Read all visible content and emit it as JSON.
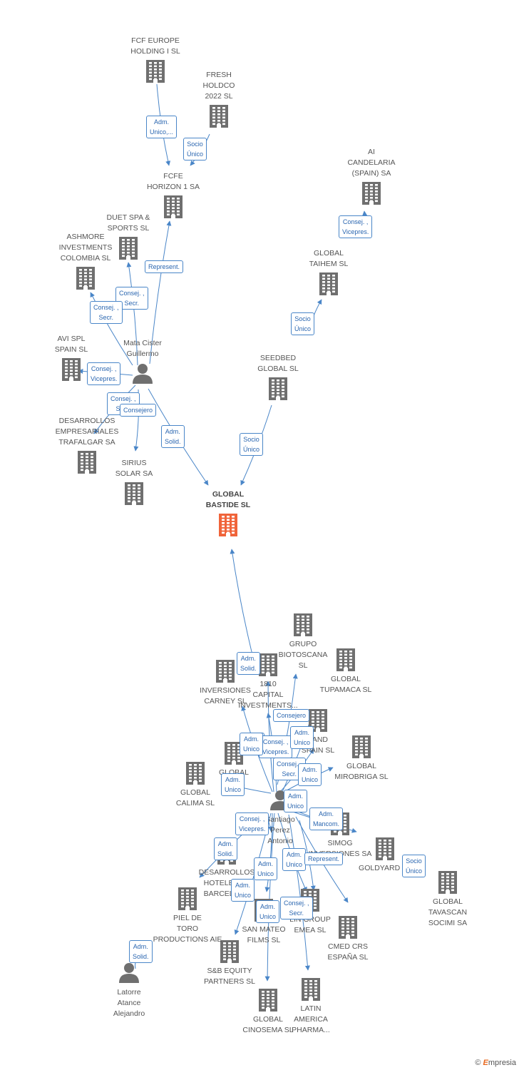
{
  "colors": {
    "node": "#6f6f6f",
    "focus": "#f0643a",
    "edge": "#4a86c8"
  },
  "nodes": [
    {
      "id": "fcfeu",
      "type": "company",
      "label": "FCF EUROPE\nHOLDING I  SL"
    },
    {
      "id": "fresh",
      "type": "company",
      "label": "FRESH\nHOLDCO\n2022  SL"
    },
    {
      "id": "fcfe",
      "type": "company",
      "label": "FCFE\nHORIZON 1 SA"
    },
    {
      "id": "duet",
      "type": "company",
      "label": "DUET SPA &\nSPORTS SL"
    },
    {
      "id": "ashmore",
      "type": "company",
      "label": "ASHMORE\nINVESTMENTS\nCOLOMBIA SL"
    },
    {
      "id": "avi",
      "type": "company",
      "label": "AVI SPL\nSPAIN  SL"
    },
    {
      "id": "desar",
      "type": "company",
      "label": "DESARROLLOS\nEMPRESARIALES\nTRAFALGAR SA"
    },
    {
      "id": "sirius",
      "type": "company",
      "label": "SIRIUS\nSOLAR SA"
    },
    {
      "id": "mata",
      "type": "person",
      "label": "Mata Cister\nGuillermo"
    },
    {
      "id": "aicand",
      "type": "company",
      "label": "AI\nCANDELARIA\n(SPAIN) SA"
    },
    {
      "id": "taihem",
      "type": "company",
      "label": "GLOBAL\nTAIHEM SL"
    },
    {
      "id": "seedbed",
      "type": "company",
      "label": "SEEDBED\nGLOBAL  SL"
    },
    {
      "id": "bastide",
      "type": "focus",
      "label": "GLOBAL\nBASTIDE  SL"
    },
    {
      "id": "grupobio",
      "type": "company",
      "label": "GRUPO\nBIOTOSCANA\nSL"
    },
    {
      "id": "tupamaca",
      "type": "company",
      "label": "GLOBAL\nTUPAMACA SL"
    },
    {
      "id": "carney",
      "type": "company",
      "label": "INVERSIONES\nCARNEY SL"
    },
    {
      "id": "c1810",
      "type": "company",
      "label": "1810\nCAPITAL\nINVESTMENTS..."
    },
    {
      "id": "land",
      "type": "company",
      "label": "LAND\nSPAIN SL"
    },
    {
      "id": "mirobriga",
      "type": "company",
      "label": "GLOBAL\nMIROBRIGA SL"
    },
    {
      "id": "globcor",
      "type": "company",
      "label": "GLOBAL\nCOR..."
    },
    {
      "id": "calima",
      "type": "company",
      "label": "GLOBAL\nCALIMA SL"
    },
    {
      "id": "santiago",
      "type": "person",
      "label": "Santiago\nPerez\nAntonio"
    },
    {
      "id": "simog",
      "type": "company",
      "label": "SIMOG\nINVERSIONES SA"
    },
    {
      "id": "goldyard",
      "type": "company",
      "label": "GOLDYARD SL"
    },
    {
      "id": "tavascan",
      "type": "company",
      "label": "GLOBAL\nTAVASCAN\nSOCIMI SA"
    },
    {
      "id": "hotel",
      "type": "company",
      "label": "DESARROLLOS\nHOTELEROS\nBARCELONA"
    },
    {
      "id": "pieltoro",
      "type": "company",
      "label": "PIEL DE\nTORO\nPRODUCTIONS AIE"
    },
    {
      "id": "sanmateo",
      "type": "company",
      "label": "SAN MATEO\nFILMS SL"
    },
    {
      "id": "lingroup",
      "type": "company",
      "label": "LIN GROUP\nEMEA  SL"
    },
    {
      "id": "cmed",
      "type": "company",
      "label": "CMED CRS\nESPAÑA  SL"
    },
    {
      "id": "sbequity",
      "type": "company",
      "label": "S&B EQUITY\nPARTNERS  SL"
    },
    {
      "id": "cinosema",
      "type": "company",
      "label": "GLOBAL\nCINOSEMA SL"
    },
    {
      "id": "latam",
      "type": "company",
      "label": "LATIN\nAMERICA\nPHARMA..."
    },
    {
      "id": "latorre",
      "type": "person",
      "label": "Latorre\nAtance\nAlejandro"
    }
  ],
  "edge_labels": [
    "Adm.\nUnico,...",
    "Socio\nÚnico",
    "Represent.",
    "Consej. ,\nSecr.",
    "Consej. ,\nSecr.",
    "Consej. ,\nVicepres.",
    "Consej. ,\nSecr.",
    "Consejero",
    "Adm.\nSolid.",
    "Consej. ,\nVicepres.",
    "Socio\nÚnico",
    "Socio\nÚnico",
    "Adm.\nSolid.",
    "Consejero",
    "Adm.\nUnico",
    "Consej. ,\nVicepres.",
    "Adm.\nUnico",
    "Consej. ,\nSecr.",
    "Adm.\nUnico",
    "Adm.\nUnico",
    "Adm.\nUnico",
    "Adm.\nUnico",
    "Adm.\nMancom.",
    "Consej. ,\nVicepres.",
    "Adm.\nSolid.",
    "Adm.\nUnico",
    "Adm.\nUnico",
    "Represent.",
    "Socio\nÚnico",
    "Adm.\nUnico",
    "Adm.\nUnico",
    "Consej. ,\nSecr.",
    "Adm.\nSolid."
  ],
  "brand": {
    "copyright": "©",
    "name": "mpresia",
    "initial": "E"
  }
}
